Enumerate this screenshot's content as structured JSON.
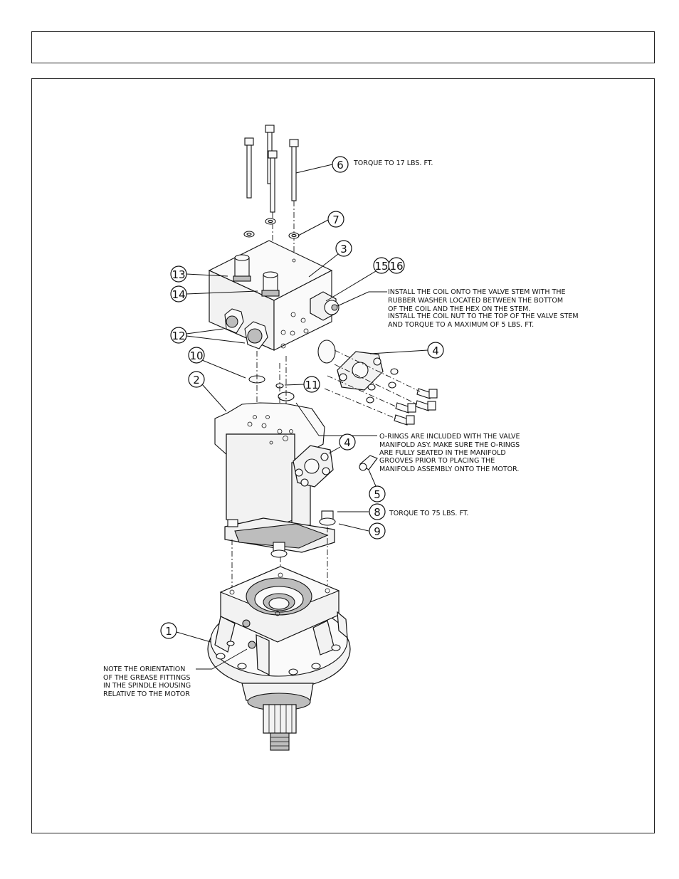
{
  "header": {
    "title": ""
  },
  "callouts": {
    "c1": "1",
    "c2": "2",
    "c3": "3",
    "c4a": "4",
    "c4b": "4",
    "c5": "5",
    "c6": "6",
    "c7": "7",
    "c8": "8",
    "c9": "9",
    "c10": "10",
    "c11": "11",
    "c12": "12",
    "c13": "13",
    "c14": "14",
    "c15": "15",
    "c16": "16"
  },
  "notes": {
    "torque_bolts": "TORQUE TO 17 LBS. FT.",
    "coil": [
      "INSTALL THE COIL ONTO THE VALVE STEM WITH THE",
      "RUBBER WASHER LOCATED BETWEEN THE BOTTOM",
      "OF THE COIL AND THE HEX ON THE STEM.",
      "INSTALL THE COIL NUT TO THE TOP OF THE VALVE STEM",
      "AND TORQUE TO A MAXIMUM OF 5 LBS. FT."
    ],
    "orings": [
      "O-RINGS ARE INCLUDED WITH THE VALVE",
      "MANIFOLD ASY. MAKE SURE THE O-RINGS",
      "ARE FULLY SEATED IN THE MANIFOLD",
      "GROOVES PRIOR TO PLACING THE",
      "MANIFOLD ASSEMBLY ONTO THE MOTOR."
    ],
    "torque_motor": "TORQUE TO 75 LBS. FT.",
    "grease": [
      "NOTE THE ORIENTATION",
      "OF THE GREASE FITTINGS",
      "IN THE SPINDLE HOUSING",
      "RELATIVE TO THE MOTOR"
    ]
  }
}
